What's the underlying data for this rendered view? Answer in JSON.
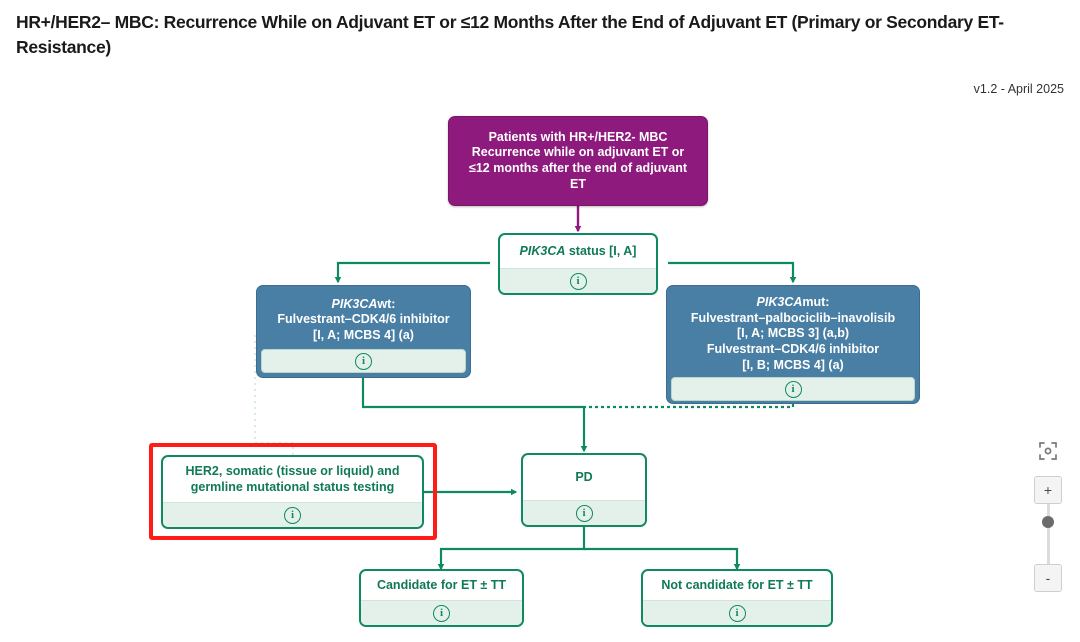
{
  "header": {
    "title": "HR+/HER2– MBC: Recurrence While on Adjuvant ET or ≤12 Months After the End of Adjuvant ET (Primary or Secondary ET-Resistance)",
    "version": "v1.2 - April 2025"
  },
  "colors": {
    "purple": "#8e1a7d",
    "blue": "#4a7fa5",
    "green": "#0f8a5f",
    "green_footer": "#e4f0ea",
    "highlight_red": "#ff1b16",
    "edge": "#0f8a5f",
    "edge_purple": "#8e1a7d"
  },
  "icons": {
    "info": "i",
    "recenter": "recenter-icon",
    "zoom_in": "+",
    "zoom_out": "-"
  },
  "nodes": {
    "start": {
      "name": "patients-node",
      "lines": [
        "Patients with HR+/HER2- MBC",
        "Recurrence while on adjuvant ET or",
        "≤12 months after the end of adjuvant",
        "ET"
      ]
    },
    "pik3ca_status": {
      "name": "pik3ca-status-node",
      "gene": "PIK3CA",
      "rest": " status [I, A]"
    },
    "pik3ca_wt": {
      "name": "pik3ca-wt-treatment-node",
      "gene": "PIK3CA",
      "rest": "wt:",
      "lines": [
        "Fulvestrant–CDK4/6 inhibitor",
        "[I, A; MCBS 4] (a)"
      ]
    },
    "pik3ca_mut": {
      "name": "pik3ca-mut-treatment-node",
      "gene": "PIK3CA",
      "rest": "mut:",
      "lines": [
        "Fulvestrant–palbociclib–inavolisib",
        "[I, A; MCBS 3] (a,b)",
        "Fulvestrant–CDK4/6 inhibitor",
        "[I, B; MCBS 4] (a)"
      ]
    },
    "her2_testing": {
      "name": "her2-mutational-testing-node",
      "lines": [
        "HER2, somatic (tissue or liquid) and",
        "germline mutational status testing"
      ]
    },
    "pd": {
      "name": "pd-node",
      "label": "PD"
    },
    "candidate": {
      "name": "candidate-et-tt-node",
      "label": "Candidate for ET ± TT"
    },
    "not_candidate": {
      "name": "not-candidate-et-tt-node",
      "label": "Not candidate for ET ± TT"
    }
  }
}
